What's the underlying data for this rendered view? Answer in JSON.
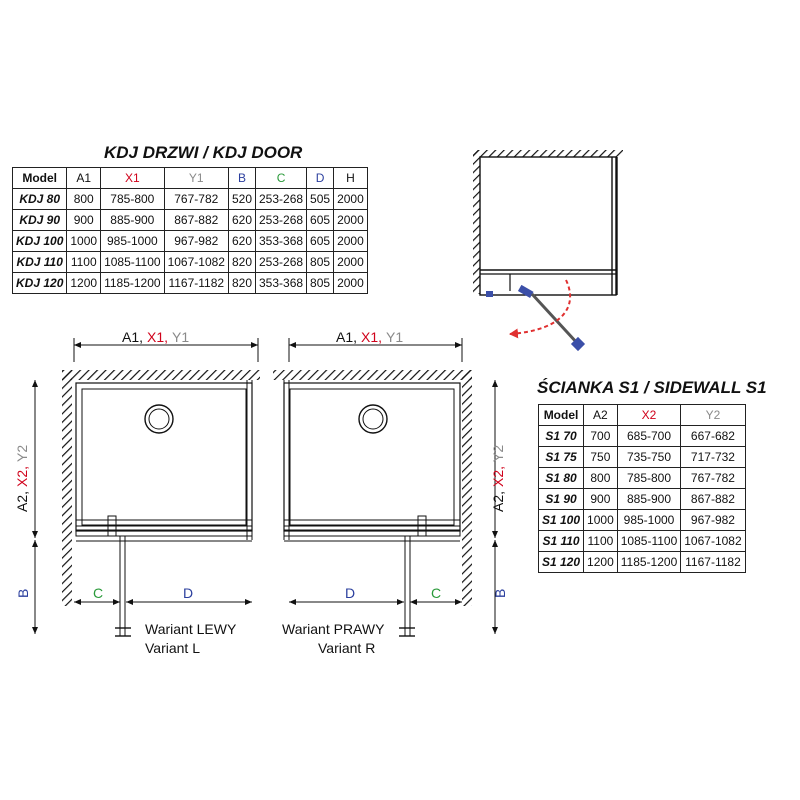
{
  "colors": {
    "black": "#111111",
    "red": "#d0021b",
    "gray": "#8a8a8a",
    "blue": "#2b3f9e",
    "green": "#2a9a3a",
    "swing_arrow": "#e03030"
  },
  "door_table": {
    "title": "KDJ DRZWI / KDJ DOOR",
    "headers": [
      "Model",
      "A1",
      "X1",
      "Y1",
      "B",
      "C",
      "D",
      "H"
    ],
    "header_colors": [
      "black",
      "black",
      "red",
      "gray",
      "blue",
      "green",
      "blue",
      "black"
    ],
    "rows": [
      [
        "KDJ 80",
        "800",
        "785-800",
        "767-782",
        "520",
        "253-268",
        "505",
        "2000"
      ],
      [
        "KDJ 90",
        "900",
        "885-900",
        "867-882",
        "620",
        "253-268",
        "605",
        "2000"
      ],
      [
        "KDJ 100",
        "1000",
        "985-1000",
        "967-982",
        "620",
        "353-368",
        "605",
        "2000"
      ],
      [
        "KDJ 110",
        "1100",
        "1085-1100",
        "1067-1082",
        "820",
        "253-268",
        "805",
        "2000"
      ],
      [
        "KDJ 120",
        "1200",
        "1185-1200",
        "1167-1182",
        "820",
        "353-368",
        "805",
        "2000"
      ]
    ]
  },
  "sidewall_table": {
    "title": "ŚCIANKA S1 / SIDEWALL S1",
    "headers": [
      "Model",
      "A2",
      "X2",
      "Y2"
    ],
    "header_colors": [
      "black",
      "black",
      "red",
      "gray"
    ],
    "rows": [
      [
        "S1 70",
        "700",
        "685-700",
        "667-682"
      ],
      [
        "S1 75",
        "750",
        "735-750",
        "717-732"
      ],
      [
        "S1 80",
        "800",
        "785-800",
        "767-782"
      ],
      [
        "S1 90",
        "900",
        "885-900",
        "867-882"
      ],
      [
        "S1 100",
        "1000",
        "985-1000",
        "967-982"
      ],
      [
        "S1 110",
        "1100",
        "1085-1100",
        "1067-1082"
      ],
      [
        "S1 120",
        "1200",
        "1185-1200",
        "1167-1182"
      ]
    ]
  },
  "diagram": {
    "dim_top": {
      "a": "A1,",
      "x": "X1,",
      "y": "Y1"
    },
    "dim_side": {
      "a": "A2,",
      "x": "X2,",
      "y": "Y2"
    },
    "label_b": "B",
    "label_c": "C",
    "label_d": "D",
    "variant_left": {
      "line1": "Wariant LEWY",
      "line2": "Variant L"
    },
    "variant_right": {
      "line1": "Wariant PRAWY",
      "line2": "Variant R"
    }
  }
}
